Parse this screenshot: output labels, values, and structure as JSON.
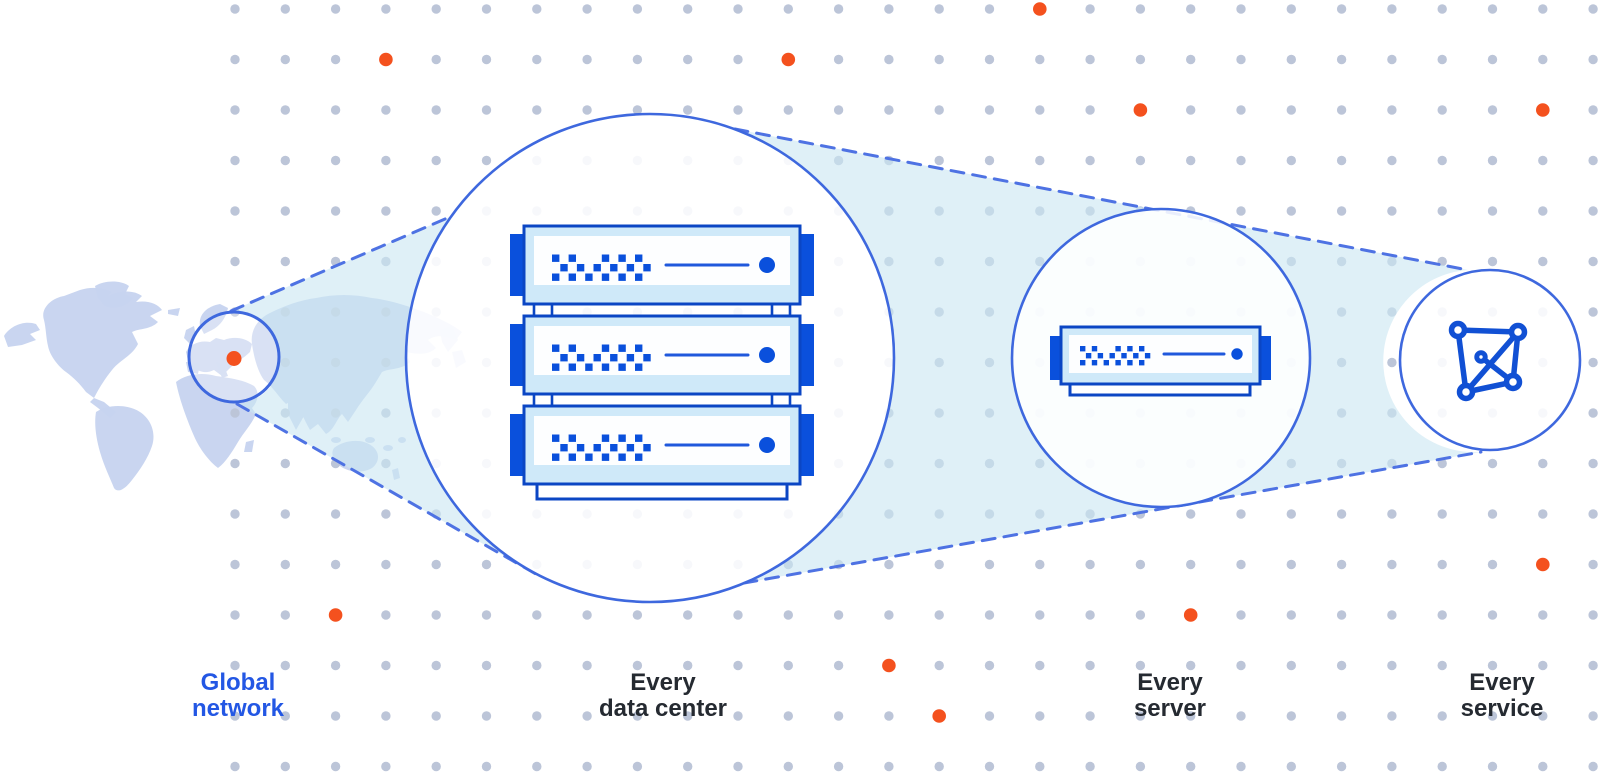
{
  "stages": [
    {
      "name": "global-network",
      "line1": "Global",
      "line2": "network",
      "icon": "world-map-location-icon"
    },
    {
      "name": "every-data-center",
      "line1": "Every",
      "line2": "data center",
      "icon": "server-rack-icon"
    },
    {
      "name": "every-server",
      "line1": "Every",
      "line2": "server",
      "icon": "server-icon"
    },
    {
      "name": "every-service",
      "line1": "Every",
      "line2": "service",
      "icon": "network-mesh-icon"
    }
  ],
  "colors": {
    "dot_grid": "#bcc5d8",
    "dot_accent": "#f4511e",
    "map_fill": "#c7d3ef",
    "beam_fill": "#cbe6f2",
    "circle_stroke": "#3e68de",
    "dash_stroke": "#4e72e3",
    "server_outline": "#0b46c4",
    "server_tab": "#0a50dc",
    "server_line": "#2058dc",
    "server_body": "#cfe9f9",
    "mesh_blue": "#1150d4",
    "label_dark": "#252a31",
    "label_blue": "#2357e4"
  },
  "decor": {
    "grid_cols": 28,
    "grid_rows": 16,
    "orange_cells": [
      [
        16,
        0
      ],
      [
        3,
        1
      ],
      [
        11,
        1
      ],
      [
        18,
        2
      ],
      [
        26,
        2
      ],
      [
        26,
        11
      ],
      [
        2,
        12
      ],
      [
        19,
        12
      ],
      [
        13,
        13
      ],
      [
        14,
        14
      ]
    ]
  }
}
